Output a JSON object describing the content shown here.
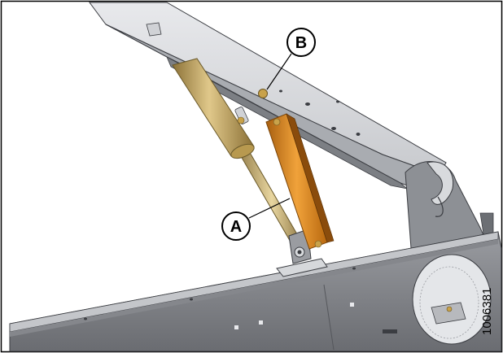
{
  "callouts": {
    "a": {
      "label": "A"
    },
    "b": {
      "label": "B"
    }
  },
  "figure_number": "1006381",
  "colors": {
    "frame_gray": "#c9cbcf",
    "frame_dark": "#5f6166",
    "cylinder_tan": "#b89a55",
    "strap_orange": "#d68a1f",
    "background": "#ffffff"
  }
}
